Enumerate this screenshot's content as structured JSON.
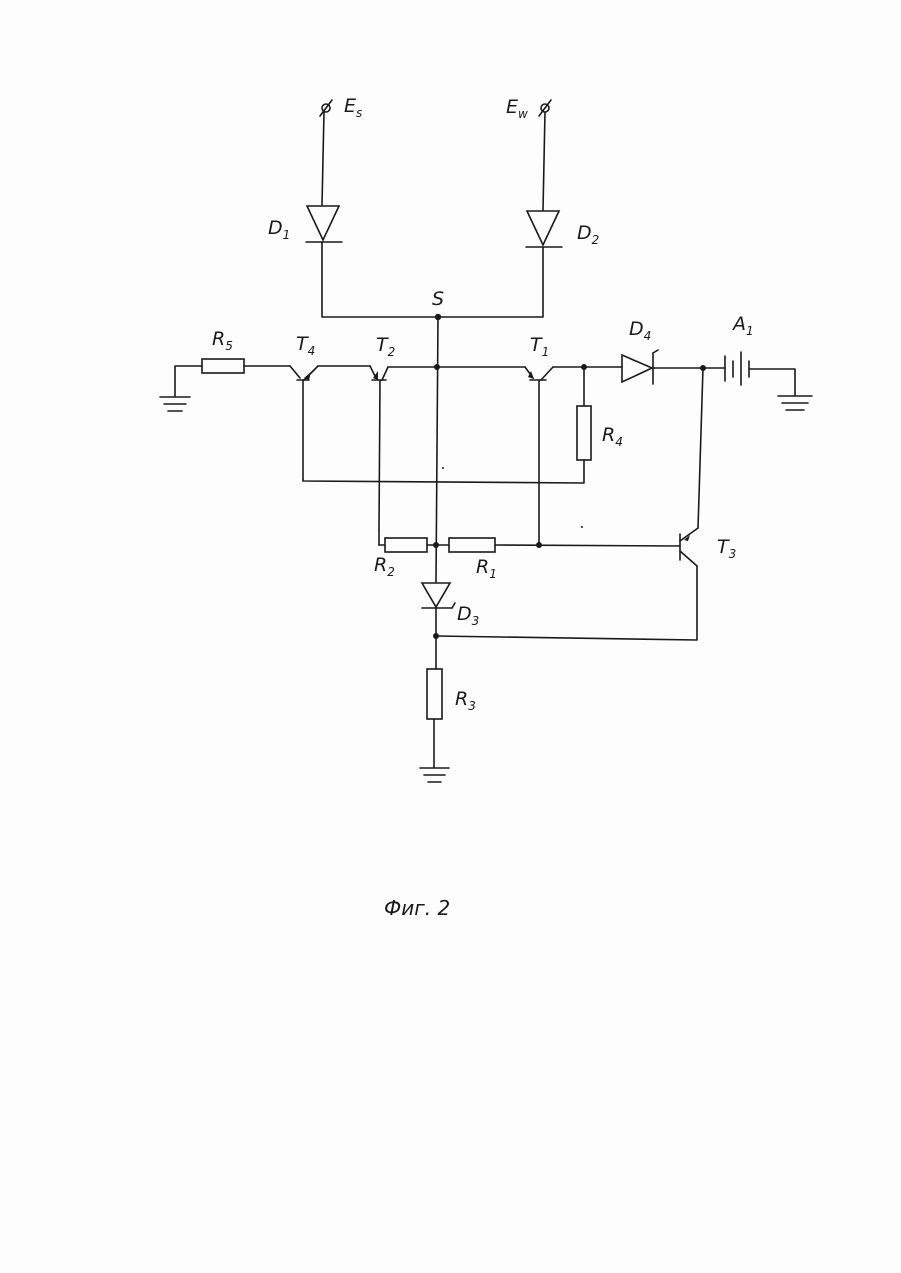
{
  "labels": {
    "es_main": "E",
    "es_sub": "s",
    "ew_main": "E",
    "ew_sub": "w",
    "d1_main": "D",
    "d1_sub": "1",
    "d2_main": "D",
    "d2_sub": "2",
    "d3_main": "D",
    "d3_sub": "3",
    "d4_main": "D",
    "d4_sub": "4",
    "node_s": "S",
    "r1_main": "R",
    "r1_sub": "1",
    "r2_main": "R",
    "r2_sub": "2",
    "r3_main": "R",
    "r3_sub": "3",
    "r4_main": "R",
    "r4_sub": "4",
    "r5_main": "R",
    "r5_sub": "5",
    "t1_main": "T",
    "t1_sub": "1",
    "t2_main": "T",
    "t2_sub": "2",
    "t3_main": "T",
    "t3_sub": "3",
    "t4_main": "T",
    "t4_sub": "4",
    "a1_main": "A",
    "a1_sub": "1"
  },
  "caption": "Фиг. 2",
  "colors": {
    "ink": "#1a1a1a",
    "paper": "#fdfdfd"
  }
}
